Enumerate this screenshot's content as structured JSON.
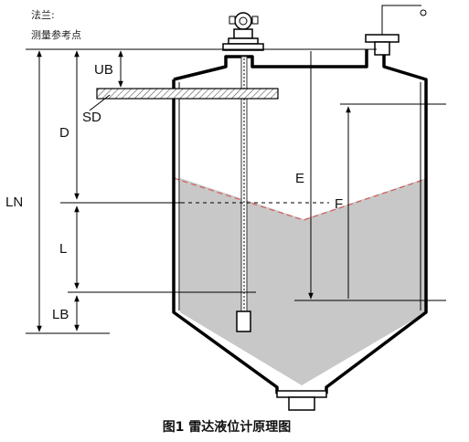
{
  "note": {
    "line1": "法兰:",
    "line2": "测量参考点"
  },
  "labels": {
    "ub": "UB",
    "sd": "SD",
    "d": "D",
    "ln": "LN",
    "l": "L",
    "lb": "LB",
    "e": "E",
    "f": "F"
  },
  "caption": "图1  雷达液位计原理图",
  "colors": {
    "liquid": "#c8c8c8",
    "surface_line": "#d85a5a",
    "line": "#000000"
  }
}
